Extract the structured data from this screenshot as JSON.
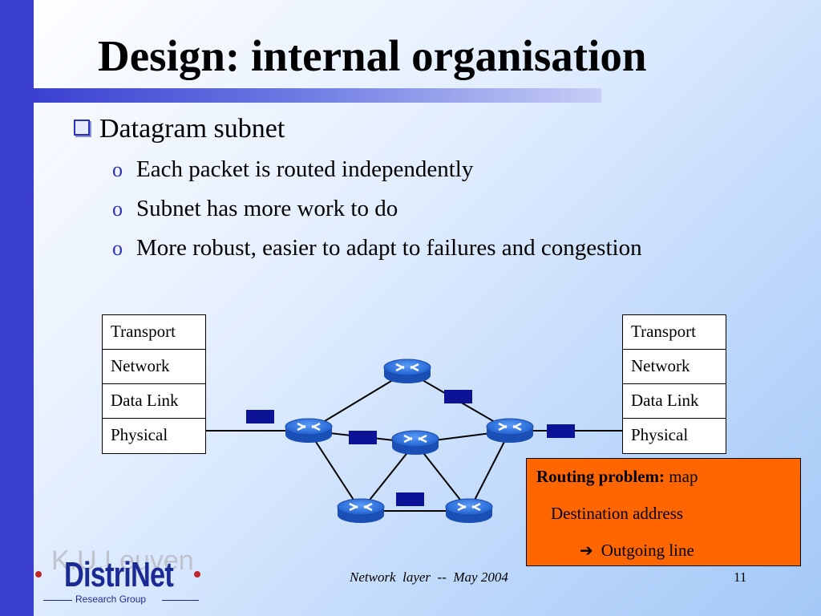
{
  "slide": {
    "title": "Design: internal organisation",
    "bullet": "Datagram subnet",
    "sub_bullets": [
      "Each packet is routed independently",
      "Subnet has more work to do",
      "More robust, easier to adapt to failures and congestion"
    ],
    "sub_marker": "o"
  },
  "stack_left": [
    "Transport",
    "Network",
    "Data Link",
    "Physical"
  ],
  "stack_right": [
    "Transport",
    "Network",
    "Data Link",
    "Physical"
  ],
  "routing_box": {
    "label_bold": "Routing problem:",
    "label_rest": " map",
    "line2": "Destination address",
    "line3": "Outgoing line"
  },
  "footer": {
    "text": "Network  layer  --  May 2004",
    "page": "11"
  },
  "logo": {
    "university": "K.U.Leuven",
    "name": "DistriNet",
    "tagline": "Research Group"
  },
  "colors": {
    "accent_bar": "#3b40d1",
    "router": "#2a6fe0",
    "packet": "#0c1396",
    "routing_box": "#ff6600"
  }
}
